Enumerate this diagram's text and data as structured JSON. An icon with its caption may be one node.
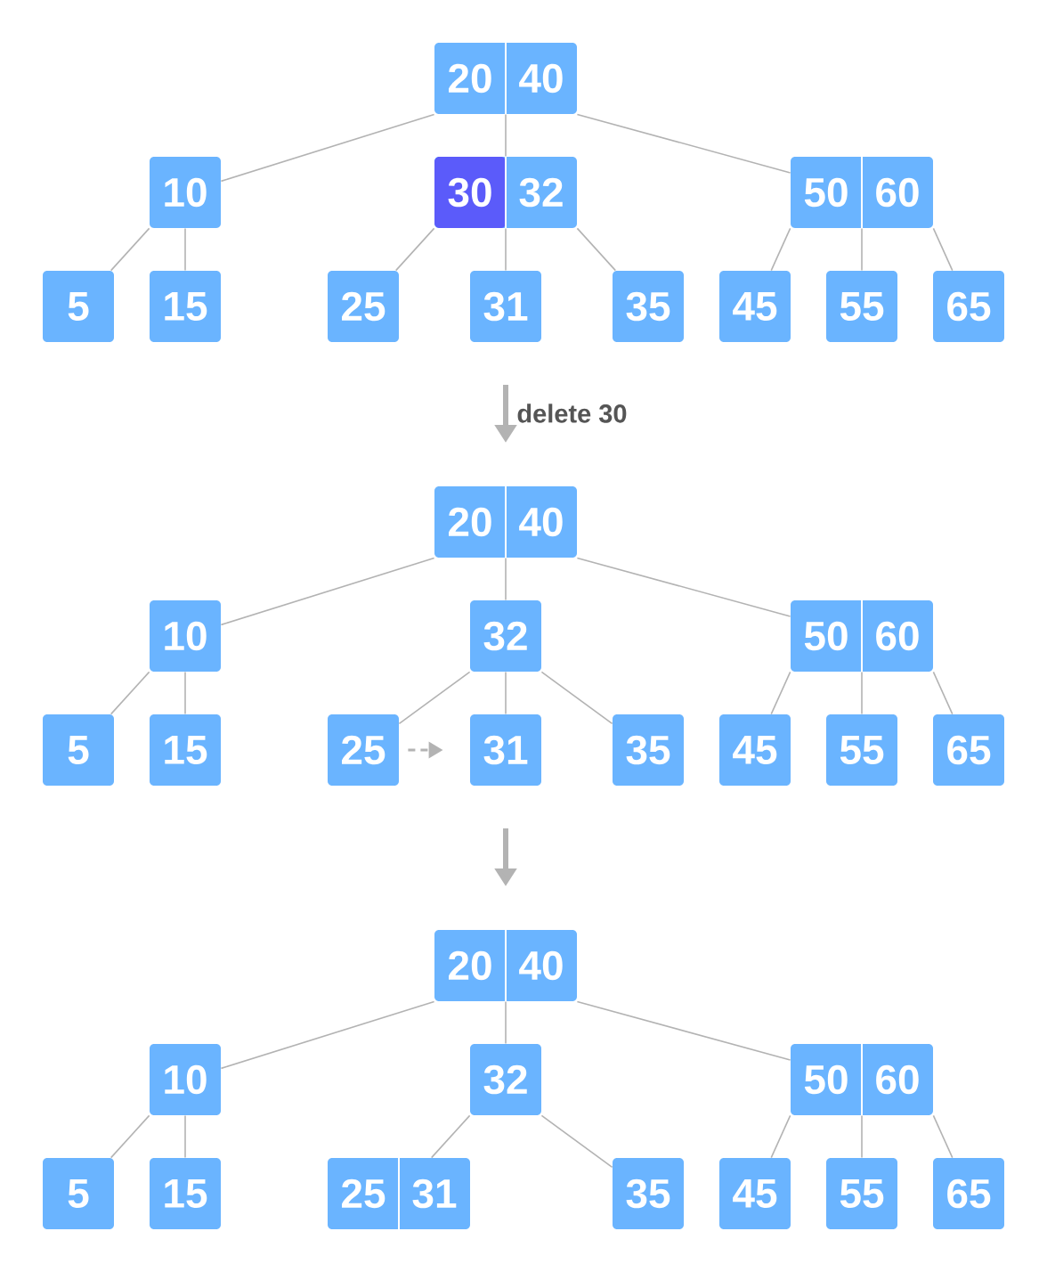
{
  "diagram": {
    "nodes": [
      {
        "text": [
          "20",
          "40"
        ]
      },
      {
        "text": [
          "10"
        ]
      },
      {
        "text": [
          "30",
          "32"
        ]
      },
      {
        "text": [
          "50",
          "60"
        ]
      },
      {
        "text": [
          "5"
        ]
      },
      {
        "text": [
          "15"
        ]
      },
      {
        "text": [
          "25"
        ]
      },
      {
        "text": [
          "31"
        ]
      },
      {
        "text": [
          "35"
        ]
      },
      {
        "text": [
          "45"
        ]
      },
      {
        "text": [
          "55"
        ]
      },
      {
        "text": [
          "65"
        ]
      },
      {
        "text": [
          "20",
          "40"
        ]
      },
      {
        "text": [
          "10"
        ]
      },
      {
        "text": [
          "32"
        ]
      },
      {
        "text": [
          "50",
          "60"
        ]
      },
      {
        "text": [
          "5"
        ]
      },
      {
        "text": [
          "15"
        ]
      },
      {
        "text": [
          "25"
        ]
      },
      {
        "text": [
          "31"
        ]
      },
      {
        "text": [
          "35"
        ]
      },
      {
        "text": [
          "45"
        ]
      },
      {
        "text": [
          "55"
        ]
      },
      {
        "text": [
          "65"
        ]
      },
      {
        "text": [
          "20",
          "40"
        ]
      },
      {
        "text": [
          "10"
        ]
      },
      {
        "text": [
          "32"
        ]
      },
      {
        "text": [
          "50",
          "60"
        ]
      },
      {
        "text": [
          "5"
        ]
      },
      {
        "text": [
          "15"
        ]
      },
      {
        "text": [
          "25",
          "31"
        ]
      },
      {
        "text": [
          "35"
        ]
      },
      {
        "text": [
          "45"
        ]
      },
      {
        "text": [
          "55"
        ]
      },
      {
        "text": [
          "65"
        ]
      }
    ],
    "edges": [
      {
        "from": 0,
        "to": 1,
        "arrow": "none"
      },
      {
        "from": 0,
        "to": 2,
        "arrow": "none"
      },
      {
        "from": 0,
        "to": 3,
        "arrow": "none"
      },
      {
        "from": 1,
        "to": 4,
        "arrow": "none"
      },
      {
        "from": 1,
        "to": 5,
        "arrow": "none"
      },
      {
        "from": 2,
        "to": 6,
        "arrow": "none"
      },
      {
        "from": 2,
        "to": 7,
        "arrow": "none"
      },
      {
        "from": 2,
        "to": 8,
        "arrow": "none"
      },
      {
        "from": 3,
        "to": 9,
        "arrow": "none"
      },
      {
        "from": 3,
        "to": 10,
        "arrow": "none"
      },
      {
        "from": 3,
        "to": 11,
        "arrow": "none"
      },
      {
        "from": 12,
        "to": 13,
        "arrow": "none"
      },
      {
        "from": 12,
        "to": 14,
        "arrow": "none"
      },
      {
        "from": 12,
        "to": 15,
        "arrow": "none"
      },
      {
        "from": 13,
        "to": 16,
        "arrow": "none"
      },
      {
        "from": 13,
        "to": 17,
        "arrow": "none"
      },
      {
        "from": 14,
        "to": 18,
        "arrow": "none"
      },
      {
        "from": 14,
        "to": 19,
        "arrow": "none"
      },
      {
        "from": 14,
        "to": 20,
        "arrow": "none"
      },
      {
        "from": 15,
        "to": 21,
        "arrow": "none"
      },
      {
        "from": 15,
        "to": 22,
        "arrow": "none"
      },
      {
        "from": 15,
        "to": 23,
        "arrow": "none"
      },
      {
        "from": 18,
        "to": 19,
        "arrow": "to",
        "style": "dashed"
      },
      {
        "from": 24,
        "to": 25,
        "arrow": "none"
      },
      {
        "from": 24,
        "to": 26,
        "arrow": "none"
      },
      {
        "from": 24,
        "to": 27,
        "arrow": "none"
      },
      {
        "from": 25,
        "to": 28,
        "arrow": "none"
      },
      {
        "from": 25,
        "to": 29,
        "arrow": "none"
      },
      {
        "from": 26,
        "to": 30,
        "arrow": "none"
      },
      {
        "from": 26,
        "to": 31,
        "arrow": "none"
      },
      {
        "from": 27,
        "to": 32,
        "arrow": "none"
      },
      {
        "from": 27,
        "to": 33,
        "arrow": "none"
      },
      {
        "from": 27,
        "to": 34,
        "arrow": "none"
      }
    ],
    "labels": [
      "delete 30"
    ]
  }
}
